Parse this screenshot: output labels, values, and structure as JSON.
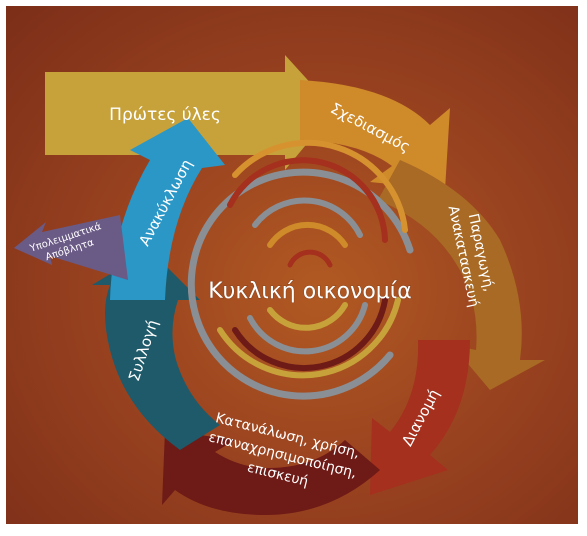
{
  "diagram": {
    "center_title": "Κυκλική οικονομία",
    "stages": {
      "raw_materials": "Πρώτες ύλες",
      "design": "Σχεδιασμός",
      "production_line1": "Παραγωγή,",
      "production_line2": "Ανακατασκευή",
      "distribution": "Διανομή",
      "consumption_line1": "Κατανάλωση, χρήση,",
      "consumption_line2": "επαναχρησιμοποίηση,",
      "consumption_line3": "επισκευή",
      "collection": "Συλλογή",
      "recycling": "Ανακύκλωση",
      "residual_line1": "Υπολειμματικά",
      "residual_line2": "Απόβλητα"
    },
    "colors": {
      "background": "#9a4320",
      "raw_materials": "#c7a23b",
      "design": "#cf8a2a",
      "production": "#a86a24",
      "distribution": "#a4301d",
      "consumption": "#6e1a16",
      "collection": "#1e5a6a",
      "recycling": "#2a97c7",
      "residual": "#6a5a86"
    }
  }
}
